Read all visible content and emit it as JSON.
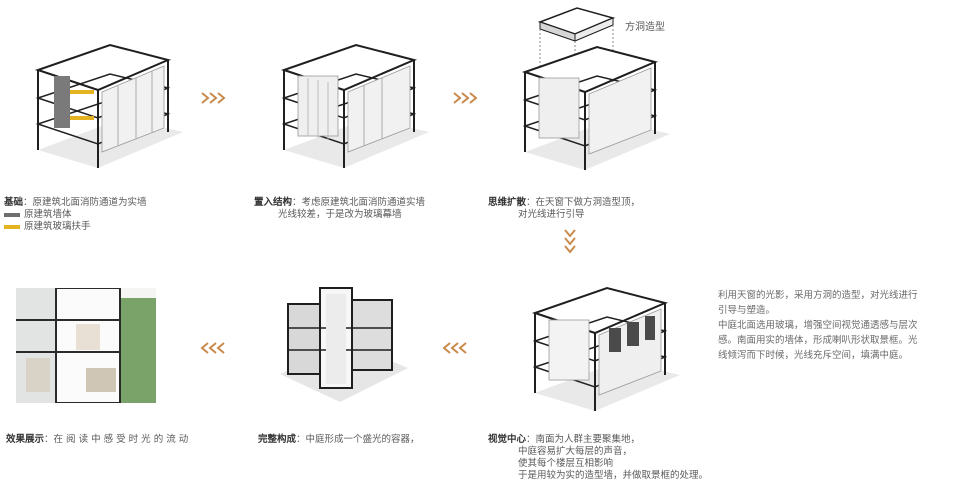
{
  "colors": {
    "arrow": "#c98a4b",
    "line": "#1f1f1f",
    "wall_gray": "#6e6e6e",
    "glass_rail": "#e3b321"
  },
  "panels": {
    "p1": {
      "title": "基础",
      "desc": "原建筑北面消防通道为实墙",
      "legend": [
        {
          "label": "原建筑墙体",
          "color": "#6e6e6e"
        },
        {
          "label": "原建筑玻璃扶手",
          "color": "#e3b321"
        }
      ]
    },
    "p2": {
      "title": "置入结构",
      "desc1": "考虑原建筑北面消防通道实墙",
      "desc2": "光线较差，于是改为玻璃幕墙"
    },
    "p3": {
      "title": "思维扩散",
      "desc1": "在天窗下做方洞造型顶，",
      "desc2": "对光线进行引导",
      "callout": "方洞造型"
    },
    "p4": {
      "title": "视觉中心",
      "desc1": "南面为人群主要聚集地，",
      "desc2": "中庭容易扩大每层的声音，",
      "desc3": "使其每个楼层互相影响",
      "desc4": "于是用较为实的造型墙，并做取景框的处理。"
    },
    "p5": {
      "title": "完整构成",
      "desc": "中庭形成一个盛光的容器，"
    },
    "p6": {
      "title": "效果展示",
      "desc": "在 阅 读 中 感 受 时 光 的 流 动"
    }
  },
  "side_note": {
    "line1": "利用天窗的光影，采用方洞的造型，对光线进行引导与塑造。",
    "line2": "中庭北面选用玻璃，增强空间视觉通透感与层次感。南面用实的墙体，形成喇叭形状取景框。光线倾泻而下时候，光线充斥空间，填满中庭。"
  }
}
